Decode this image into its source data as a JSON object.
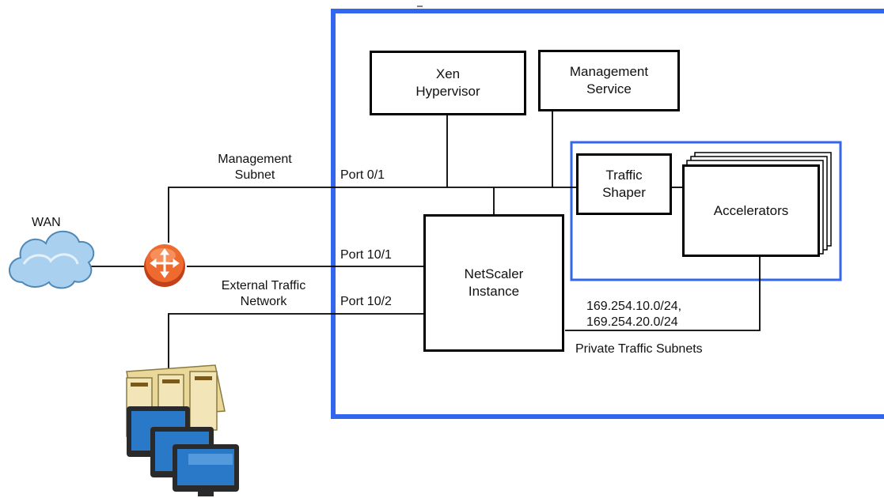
{
  "colors": {
    "enclosure": "#3366ee",
    "line": "#000000",
    "router": "#e8541c",
    "cloud": "#9fc9ea"
  },
  "boxes": {
    "xen": "Xen\nHypervisor",
    "mgmt_service": "Management\nService",
    "traffic_shaper": "Traffic\nShaper",
    "accelerators": "Accelerators",
    "netscaler": "NetScaler\nInstance"
  },
  "labels": {
    "wan": "WAN",
    "management_subnet": "Management\nSubnet",
    "external_traffic_network": "External Traffic\nNetwork",
    "port_0_1": "Port 0/1",
    "port_10_1": "Port 10/1",
    "port_10_2": "Port 10/2",
    "private_ips": "169.254.10.0/24,\n169.254.20.0/24",
    "private_traffic_subnets": "Private Traffic Subnets"
  },
  "icons": {
    "wan": "cloud-icon",
    "router": "router-icon",
    "clients": "servers-clients-icon"
  }
}
